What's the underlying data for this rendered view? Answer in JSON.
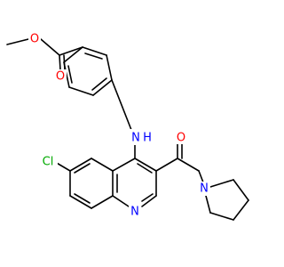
{
  "figure": {
    "background": "#ffffff",
    "bond_color": "#000000"
  },
  "atom_labels": {
    "ester_O_single": "O",
    "ester_O_double": "O",
    "amide_O": "O",
    "amine_NH": "N",
    "amine_H": "H",
    "pyrrolidine_N": "N",
    "quinoline_N": "N",
    "chlorine": "Cl"
  },
  "colors": {
    "oxygen": "#ff0000",
    "nitrogen": "#0000ff",
    "chlorine": "#00aa00",
    "carbon_bond": "#000000"
  }
}
